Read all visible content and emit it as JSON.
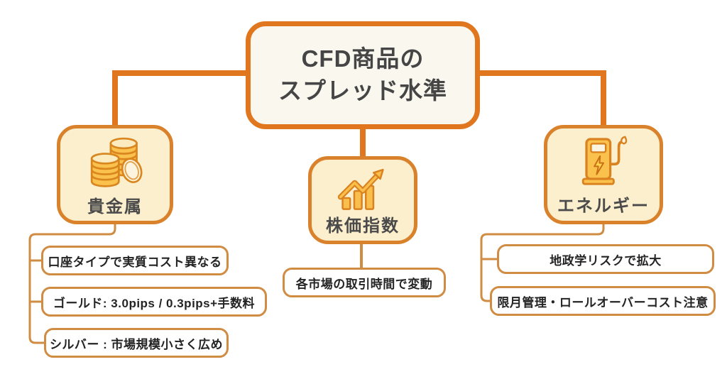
{
  "title": {
    "line1": "CFD商品の",
    "line2": "スプレッド水準"
  },
  "branches": [
    {
      "label": "貴金属",
      "icon": "coins-icon",
      "items": [
        "口座タイプで実質コスト異なる",
        "ゴールド: 3.0pips / 0.3pips+手数料",
        "シルバー : 市場規模小さく広め"
      ]
    },
    {
      "label": "株価指数",
      "icon": "trend-up-chart-icon",
      "items": [
        "各市場の取引時間で変動"
      ]
    },
    {
      "label": "エネルギー",
      "icon": "fuel-pump-icon",
      "items": [
        "地政学リスクで拡大",
        "限月管理・ロールオーバーコスト注意"
      ]
    }
  ],
  "colors": {
    "accent_thick": "#e0761e",
    "branch_border": "#d9822b",
    "branch_fill": "#fbefce",
    "title_fill": "#faf7ef",
    "thin_connector": "#cf8c42",
    "sub_fill": "#ffffff",
    "icon_gold": "#f9be4b",
    "icon_outline": "#d9861f",
    "text_dark": "#454545"
  }
}
